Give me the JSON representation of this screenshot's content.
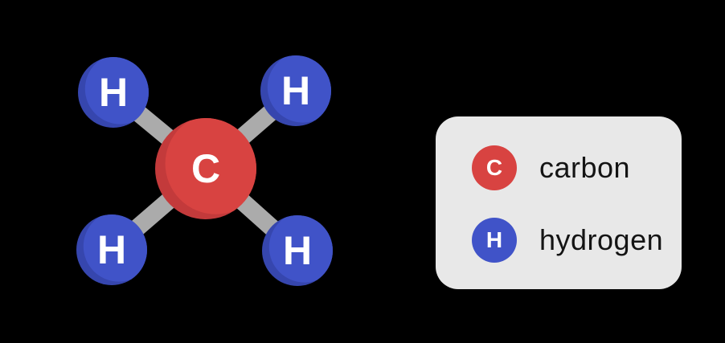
{
  "molecule": {
    "central_atom": {
      "symbol": "C",
      "element": "carbon"
    },
    "outer_atoms": [
      {
        "symbol": "H",
        "position": "top-left"
      },
      {
        "symbol": "H",
        "position": "top-right"
      },
      {
        "symbol": "H",
        "position": "bottom-left"
      },
      {
        "symbol": "H",
        "position": "bottom-right"
      }
    ],
    "bond_count": 4
  },
  "legend": {
    "items": [
      {
        "symbol": "C",
        "label": "carbon",
        "color": "#d84341"
      },
      {
        "symbol": "H",
        "label": "hydrogen",
        "color": "#4053c8"
      }
    ]
  },
  "colors": {
    "background": "#000000",
    "carbon_main": "#d84341",
    "carbon_shade": "#c33a3b",
    "hydrogen_main": "#4053c8",
    "hydrogen_shade": "#3646ae",
    "bond": "#ababab",
    "legend_background": "#e8e8e8",
    "legend_text": "#141414",
    "atom_label": "#ffffff"
  }
}
